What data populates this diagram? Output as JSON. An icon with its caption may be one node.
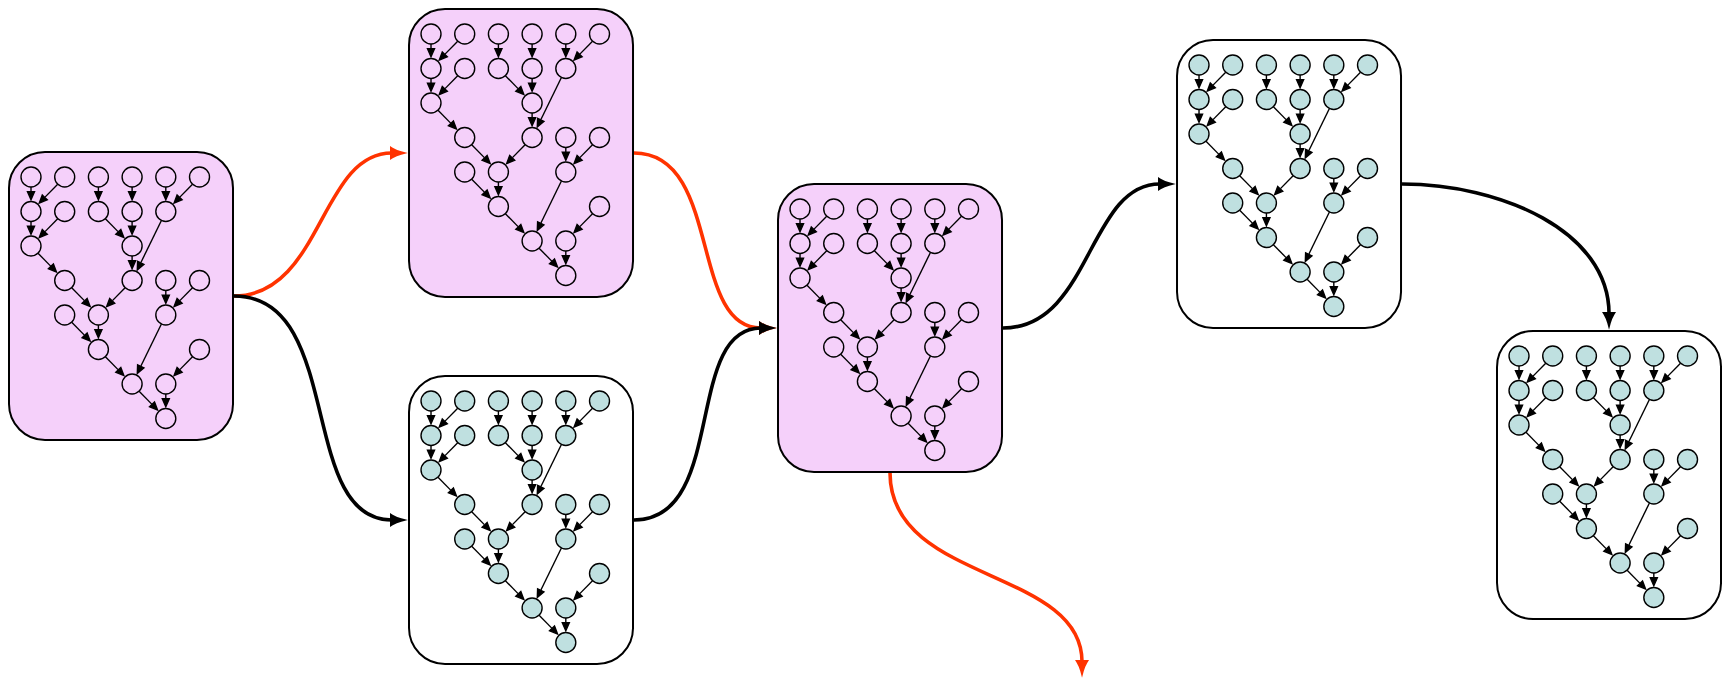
{
  "diagram": {
    "nodes": [
      {
        "text": [],
        "shape": "box"
      },
      {
        "text": [],
        "shape": "box"
      },
      {
        "text": [],
        "shape": "box"
      },
      {
        "text": [],
        "shape": "box"
      },
      {
        "text": [],
        "shape": "box"
      },
      {
        "text": [],
        "shape": "box"
      }
    ],
    "edges": [
      {
        "from": 0,
        "to": 1,
        "arrow": "to",
        "color": "#ff3300"
      },
      {
        "from": 0,
        "to": 2,
        "arrow": "to"
      },
      {
        "from": 1,
        "to": 3,
        "arrow": "to",
        "color": "#ff3300"
      },
      {
        "from": 2,
        "to": 3,
        "arrow": "to"
      },
      {
        "from": 3,
        "to": 4,
        "arrow": "to"
      },
      {
        "from": 4,
        "to": 5,
        "arrow": "to"
      },
      {
        "from": 3,
        "to": null,
        "arrow": "to",
        "color": "#ff3300"
      }
    ]
  }
}
